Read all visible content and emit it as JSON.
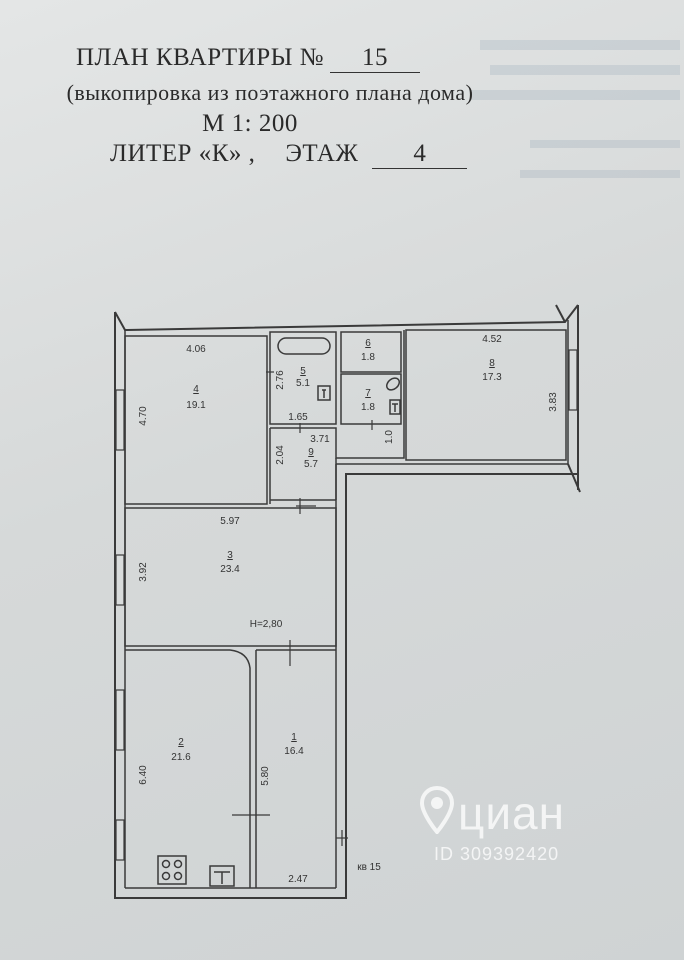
{
  "header": {
    "title": "ПЛАН КВАРТИРЫ №",
    "apartment_no": "15",
    "subtitle": "(выкопировка из поэтажного плана дома)",
    "scale": "М 1: 200",
    "liter": "ЛИТЕР «К» ,",
    "floor_label": "ЭТАЖ",
    "floor_no": "4"
  },
  "rooms": [
    {
      "no": "1",
      "area": "16.4"
    },
    {
      "no": "2",
      "area": "21.6"
    },
    {
      "no": "3",
      "area": "23.4"
    },
    {
      "no": "4",
      "area": "19.1"
    },
    {
      "no": "5",
      "area": "5.1"
    },
    {
      "no": "6",
      "area": "1.8"
    },
    {
      "no": "7",
      "area": "1.8"
    },
    {
      "no": "8",
      "area": "17.3"
    },
    {
      "no": "9",
      "area": "5.7"
    }
  ],
  "dimensions": {
    "r4_width": "4.06",
    "r4_height": "4.70",
    "r5_height": "2.76",
    "r5_width": "1.65",
    "r8_width": "4.52",
    "r8_height": "3.83",
    "r9_width": "3.71",
    "r9_height": "2.04",
    "corridor_width": "1.0",
    "r3_width": "5.97",
    "r3_height": "3.92",
    "ceiling": "H=2,80",
    "r2_height": "6.40",
    "r1_height": "5.80",
    "r1_width": "2.47"
  },
  "apartment_label": "кв 15",
  "watermark": {
    "brand": "циан",
    "id": "ID 309392420",
    "icon": "location-pin-icon"
  },
  "colors": {
    "line": "#3a3a3a",
    "paper": "#d9dcdc"
  }
}
